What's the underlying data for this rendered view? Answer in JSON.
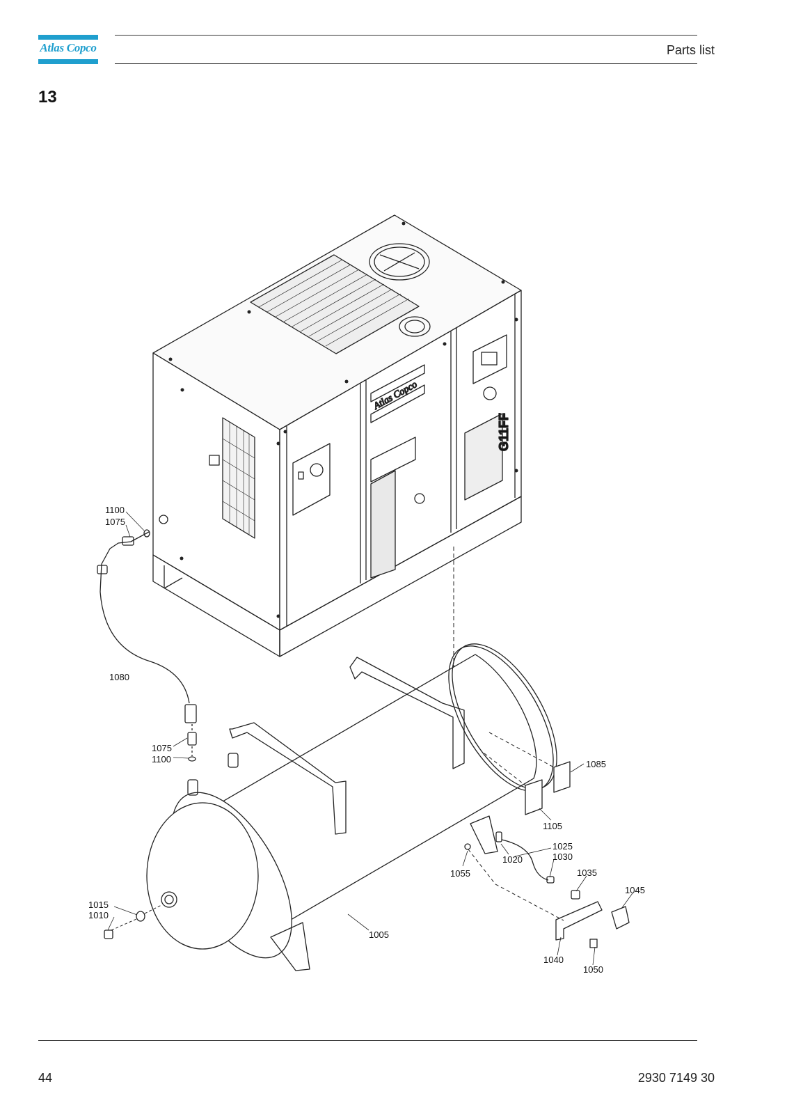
{
  "header": {
    "logo_text": "Atlas Copco",
    "section_title": "Parts list"
  },
  "chapter_number": "13",
  "drawing": {
    "machine_brand": "Atlas Copco",
    "machine_model": "G11FF",
    "callouts": [
      "1100",
      "1075",
      "1080",
      "1075",
      "1100",
      "1085",
      "1105",
      "1025",
      "1030",
      "1020",
      "1055",
      "1035",
      "1045",
      "1015",
      "1010",
      "1005",
      "1040",
      "1050"
    ]
  },
  "footer": {
    "page_number": "44",
    "document_number": "2930 7149 30"
  }
}
